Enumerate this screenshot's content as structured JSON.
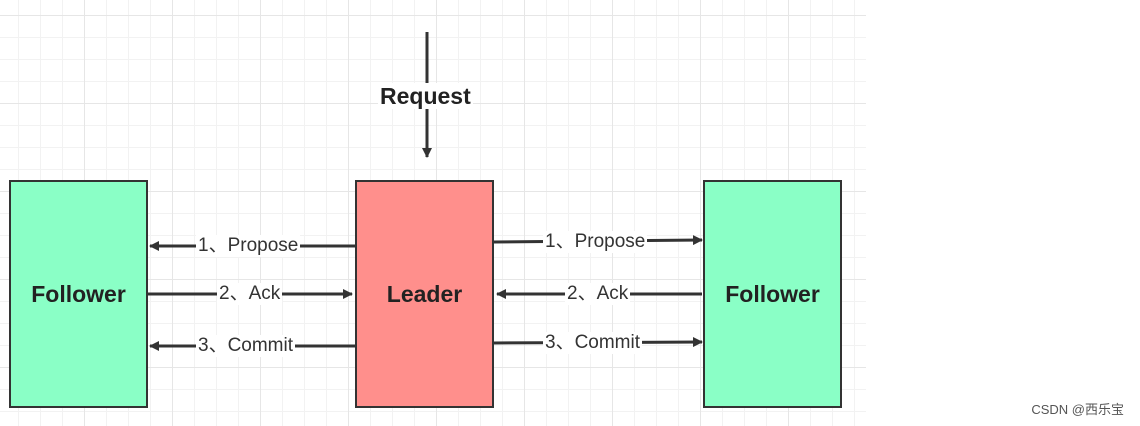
{
  "colors": {
    "follower_fill": "#8affc6",
    "leader_fill": "#ff8f8c",
    "stroke": "#333333",
    "grid": "#e6e6e6"
  },
  "nodes": {
    "follower_left": "Follower",
    "leader": "Leader",
    "follower_right": "Follower"
  },
  "request_label": "Request",
  "left_edges": {
    "propose": "1、Propose",
    "ack": "2、Ack",
    "commit": "3、Commit"
  },
  "right_edges": {
    "propose": "1、Propose",
    "ack": "2、Ack",
    "commit": "3、Commit"
  },
  "watermark": "CSDN @西乐宝"
}
